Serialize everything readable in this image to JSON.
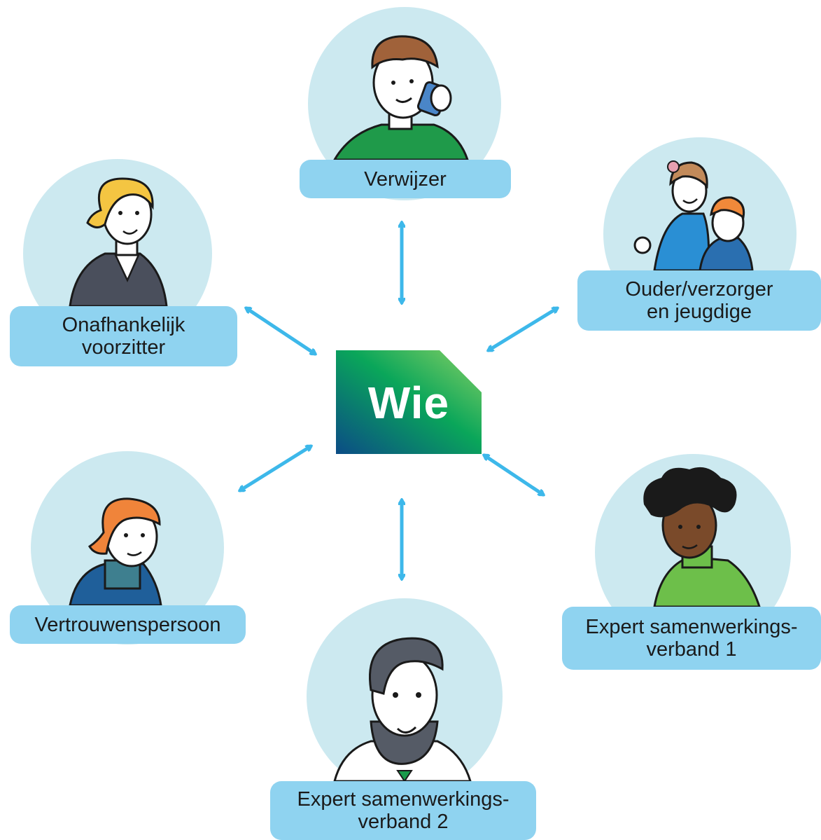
{
  "center": {
    "logo_text": "Wie"
  },
  "nodes": {
    "verwijzer": {
      "lines": [
        "Verwijzer"
      ]
    },
    "ouder": {
      "lines": [
        "Ouder/verzorger",
        "en jeugdige"
      ]
    },
    "voorzitter": {
      "lines": [
        "Onafhankelijk",
        "voorzitter"
      ]
    },
    "vertrouwens": {
      "lines": [
        "Vertrouwenspersoon"
      ]
    },
    "expert1": {
      "lines": [
        "Expert samenwerkings-",
        "verband 1"
      ]
    },
    "expert2": {
      "lines": [
        "Expert samenwerkings-",
        "verband 2"
      ]
    }
  },
  "colors": {
    "circle": "#cce9f0",
    "label": "#8fd3f0",
    "arrow": "#3db8ea",
    "logo_dark": "#0b4c86",
    "logo_mid": "#0aa65a",
    "logo_light": "#7dcf5e"
  }
}
